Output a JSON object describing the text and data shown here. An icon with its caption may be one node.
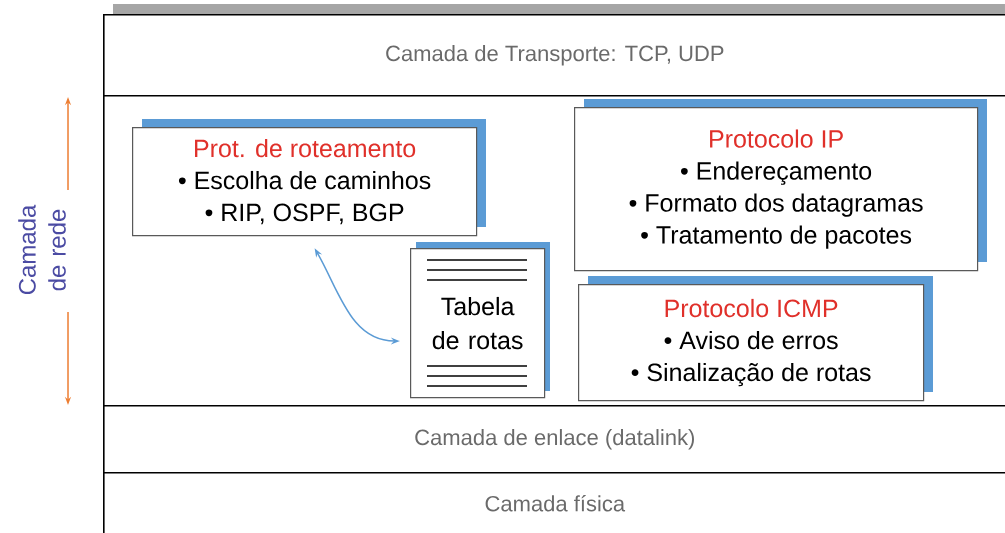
{
  "diagram": {
    "nodes": [
      {
        "text": [
          "Camada de Transporte: TCP, UDP"
        ]
      },
      {
        "text": [
          "Camada de rede"
        ]
      },
      {
        "text": [
          "Prot. de roteamento",
          "• Escolha de caminhos",
          "• RIP, OSPF, BGP"
        ],
        "in": 1
      },
      {
        "text": [
          "Tabela de rotas"
        ],
        "in": 1
      },
      {
        "text": [
          "Protocolo IP",
          "• Endereçamento",
          "• Formato dos datagramas",
          "• Tratamento de pacotes"
        ],
        "in": 1
      },
      {
        "text": [
          "Protocolo ICMP",
          "• Aviso de erros",
          "• Sinalização de rotas"
        ],
        "in": 1
      },
      {
        "text": [
          "Camada de enlace (datalink)"
        ]
      },
      {
        "text": [
          "Camada física"
        ]
      }
    ],
    "edges": [
      {
        "from": 2,
        "to": 3,
        "arrow": "both",
        "color": "#5b9bd5"
      }
    ]
  }
}
